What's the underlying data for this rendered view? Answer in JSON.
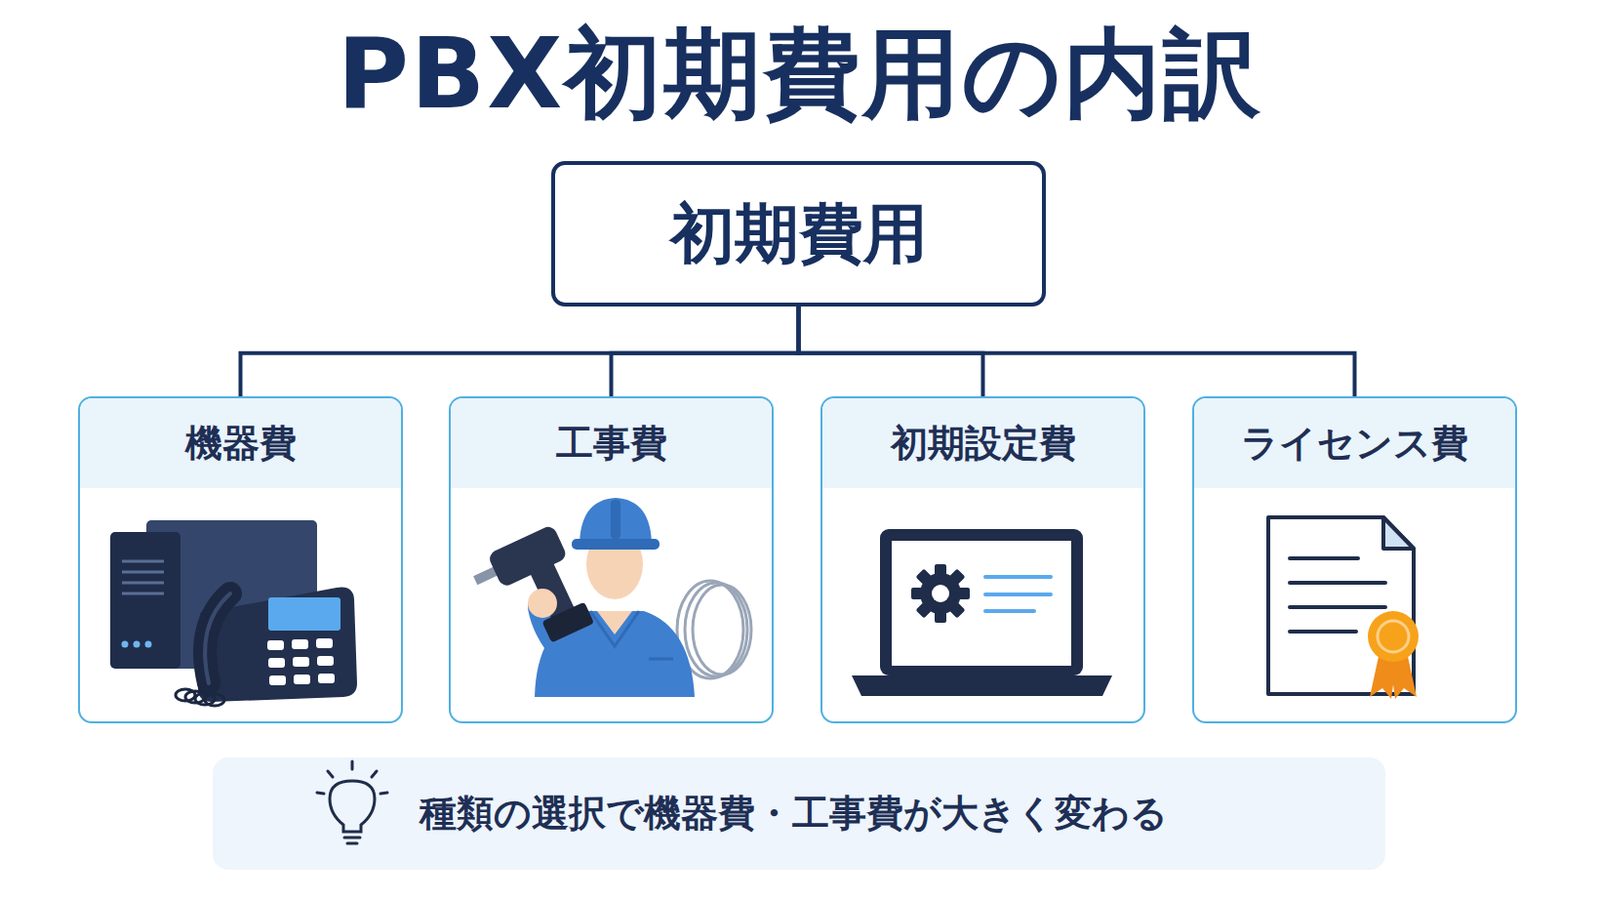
{
  "diagram": {
    "title": "PBX初期費用の内訳",
    "nodes": [
      {
        "text": [
          "初期費用"
        ]
      },
      {
        "text": [
          "機器費"
        ]
      },
      {
        "text": [
          "工事費"
        ]
      },
      {
        "text": [
          "初期設定費"
        ]
      },
      {
        "text": [
          "ライセンス費"
        ]
      },
      {
        "text": [
          "種類の選択で機器費・工事費が大きく変わる"
        ]
      }
    ],
    "edges": [
      {
        "from": 0,
        "to": 1,
        "arrow": "none"
      },
      {
        "from": 0,
        "to": 2,
        "arrow": "none"
      },
      {
        "from": 0,
        "to": 3,
        "arrow": "none"
      },
      {
        "from": 0,
        "to": 4,
        "arrow": "none"
      }
    ]
  }
}
